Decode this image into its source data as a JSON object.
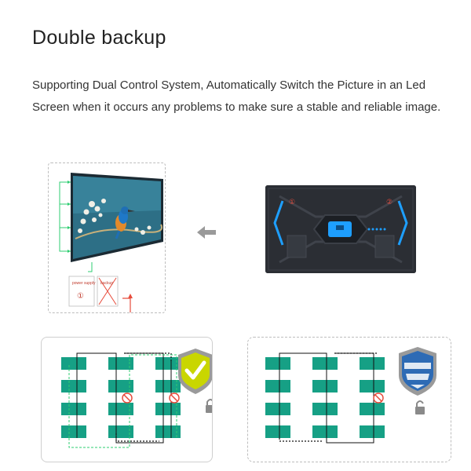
{
  "title": "Double backup",
  "description": "Supporting Dual Control System, Automatically Switch the Picture in an Led Screen when it occurs any problems to make sure a stable and reliable image.",
  "diagram": {
    "screen_box": {
      "power_supply_label": "power supply",
      "backup_label": "backup",
      "marker_1": "①"
    },
    "cabinet": {
      "marker_1": "①",
      "marker_2": "②"
    },
    "colors": {
      "module_green": "#16a085",
      "signal_green": "#2ecc71",
      "signal_red": "#e74c3c",
      "shield_yellow": "#c9d600",
      "shield_blue": "#2e6bb5",
      "cabinet_blue": "#1e9fff"
    },
    "icons": [
      "arrow-left-icon",
      "shield-check-icon",
      "shield-stripes-icon",
      "lock-closed-icon",
      "lock-open-icon",
      "no-signal-icon"
    ]
  }
}
